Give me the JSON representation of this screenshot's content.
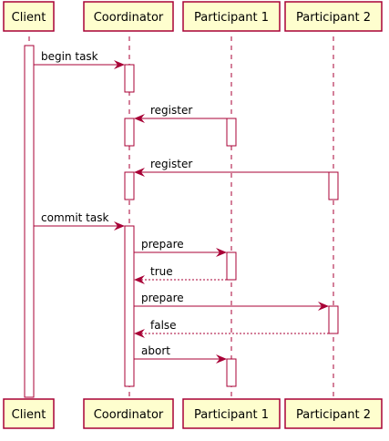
{
  "colors": {
    "participant_fill": "#FEFECE",
    "participant_border": "#A80036",
    "arrow": "#A80036",
    "lifeline": "#A80036",
    "activation_fill": "#FFFFFF",
    "text": "#000000"
  },
  "participants": [
    {
      "id": "client",
      "label": "Client"
    },
    {
      "id": "coordinator",
      "label": "Coordinator"
    },
    {
      "id": "participant1",
      "label": "Participant 1"
    },
    {
      "id": "participant2",
      "label": "Participant 2"
    }
  ],
  "messages": [
    {
      "id": "m1",
      "from": "client",
      "to": "coordinator",
      "label": "begin task",
      "style": "solid"
    },
    {
      "id": "m2",
      "from": "participant1",
      "to": "coordinator",
      "label": "register",
      "style": "solid"
    },
    {
      "id": "m3",
      "from": "participant2",
      "to": "coordinator",
      "label": "register",
      "style": "solid"
    },
    {
      "id": "m4",
      "from": "client",
      "to": "coordinator",
      "label": "commit task",
      "style": "solid"
    },
    {
      "id": "m5",
      "from": "coordinator",
      "to": "participant1",
      "label": "prepare",
      "style": "solid"
    },
    {
      "id": "m6",
      "from": "participant1",
      "to": "coordinator",
      "label": "true",
      "style": "dashed"
    },
    {
      "id": "m7",
      "from": "coordinator",
      "to": "participant2",
      "label": "prepare",
      "style": "solid"
    },
    {
      "id": "m8",
      "from": "participant2",
      "to": "coordinator",
      "label": "false",
      "style": "dashed"
    },
    {
      "id": "m9",
      "from": "coordinator",
      "to": "participant1",
      "label": "abort",
      "style": "solid"
    }
  ]
}
